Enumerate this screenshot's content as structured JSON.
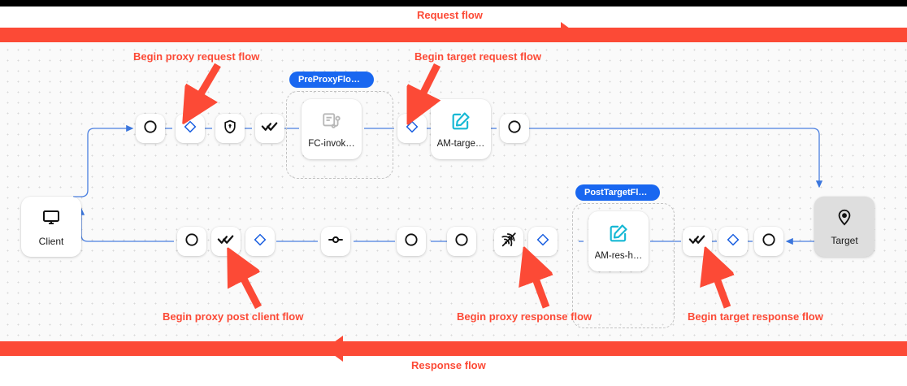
{
  "theme": {
    "accent_red": "#fc4a36",
    "accent_blue": "#1967f0",
    "edge_blue": "#4a7fe0",
    "node_teal": "#16b8d4",
    "canvas_bg": "#fafafa",
    "target_grey": "#dedede"
  },
  "bars": {
    "request_label": "Request flow",
    "response_label": "Response flow"
  },
  "annotations": [
    {
      "id": "begin-proxy-request-flow",
      "text": "Begin proxy request flow"
    },
    {
      "id": "begin-target-request-flow",
      "text": "Begin target request flow"
    },
    {
      "id": "begin-proxy-post-client-flow",
      "text": "Begin proxy post client flow"
    },
    {
      "id": "begin-proxy-response-flow",
      "text": "Begin proxy response flow"
    },
    {
      "id": "begin-target-response-flow",
      "text": "Begin target response flow"
    }
  ],
  "endpoints": {
    "client": {
      "label": "Client",
      "icon": "monitor-icon"
    },
    "target": {
      "label": "Target",
      "icon": "location-pin-icon"
    }
  },
  "groups": [
    {
      "id": "preproxyflowhook",
      "pill": "PreProxyFlowH…"
    },
    {
      "id": "posttargetflowhook",
      "pill": "PostTargetFlow…"
    }
  ],
  "request_row": [
    {
      "id": "rq-1",
      "icon": "circle-icon",
      "kind": "small"
    },
    {
      "id": "rq-2",
      "icon": "blue-diamond-icon",
      "kind": "small"
    },
    {
      "id": "rq-3",
      "icon": "shield-lock-icon",
      "kind": "small"
    },
    {
      "id": "rq-4",
      "icon": "double-check-icon",
      "kind": "small"
    },
    {
      "id": "rq-5",
      "icon": "flow-hook-icon",
      "kind": "card",
      "label": "FC-invok…"
    },
    {
      "id": "rq-6",
      "icon": "blue-diamond-icon",
      "kind": "small"
    },
    {
      "id": "rq-7",
      "icon": "edit-square-icon",
      "kind": "card",
      "label": "AM-targe…"
    },
    {
      "id": "rq-8",
      "icon": "circle-icon",
      "kind": "small"
    }
  ],
  "response_row": [
    {
      "id": "rs-1",
      "icon": "circle-icon",
      "kind": "small"
    },
    {
      "id": "rs-2",
      "icon": "double-check-icon",
      "kind": "small"
    },
    {
      "id": "rs-3",
      "icon": "blue-diamond-icon",
      "kind": "small"
    },
    {
      "id": "rs-4",
      "icon": "node-link-icon",
      "kind": "small"
    },
    {
      "id": "rs-5",
      "icon": "circle-icon",
      "kind": "small"
    },
    {
      "id": "rs-6",
      "icon": "circle-icon",
      "kind": "small"
    },
    {
      "id": "rs-7",
      "icon": "broadcast-icon",
      "kind": "small"
    },
    {
      "id": "rs-8",
      "icon": "blue-diamond-icon",
      "kind": "small"
    },
    {
      "id": "rs-9",
      "icon": "edit-square-icon",
      "kind": "card",
      "label": "AM-res-h…"
    },
    {
      "id": "rs-10",
      "icon": "double-check-icon",
      "kind": "small"
    },
    {
      "id": "rs-11",
      "icon": "blue-diamond-icon",
      "kind": "small"
    },
    {
      "id": "rs-12",
      "icon": "circle-icon",
      "kind": "small"
    }
  ]
}
